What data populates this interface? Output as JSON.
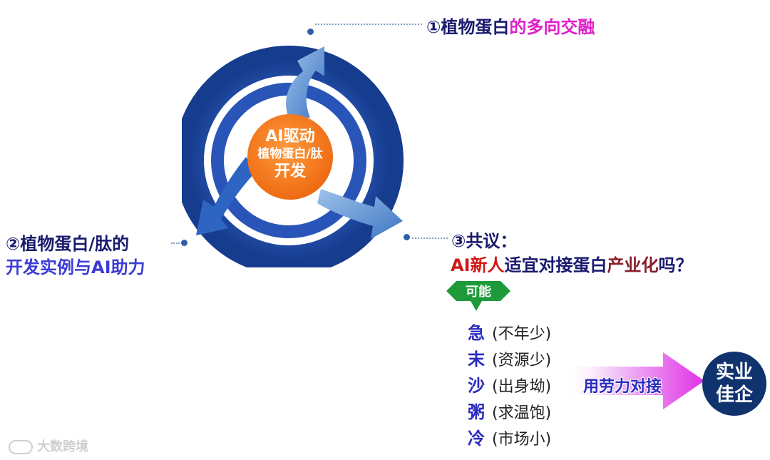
{
  "center": {
    "line1": "AI驱动",
    "line2": "植物蛋白/肽",
    "line3": "开发"
  },
  "point1": {
    "prefix": "①植物蛋白",
    "suffix": "的多向交融"
  },
  "point2": {
    "line1": "②植物蛋白/肽的",
    "line2": "开发实例与AI助力"
  },
  "point3": {
    "heading": "③共议：",
    "q_ai": "AI",
    "q_new": "新人",
    "q_mid": "适宜对接蛋白",
    "q_ind": "产业化",
    "q_end": "吗？"
  },
  "badge": {
    "label": "可能"
  },
  "items": [
    {
      "char": "急",
      "note": "(不年少)"
    },
    {
      "char": "末",
      "note": "(资源少)"
    },
    {
      "char": "沙",
      "note": "(出身坳)"
    },
    {
      "char": "粥",
      "note": "(求温饱)"
    },
    {
      "char": "冷",
      "note": "(市场小)"
    }
  ],
  "arrow_label": "用劳力对接",
  "result": {
    "line1": "实业",
    "line2": "佳企"
  },
  "watermark": "大数跨境",
  "colors": {
    "ring": "#1f4aa8",
    "center": "#f07a1e",
    "badge": "#1f9a3a",
    "result": "#10336e"
  }
}
